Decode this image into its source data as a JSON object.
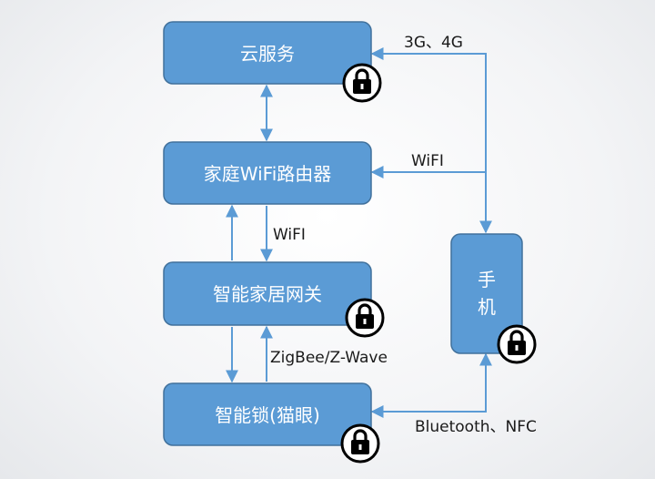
{
  "nodes": {
    "cloud": {
      "label": "云服务",
      "locked": true
    },
    "router": {
      "label": "家庭WiFi路由器",
      "locked": false
    },
    "gateway": {
      "label": "智能家居网关",
      "locked": true
    },
    "lock": {
      "label": "智能锁(猫眼)",
      "locked": true
    },
    "phone": {
      "label_line1": "手",
      "label_line2": "机",
      "locked": true
    }
  },
  "edges": {
    "phone_cloud": "3G、4G",
    "phone_router": "WiFI",
    "gateway_router": "WiFI",
    "lock_gateway": "ZigBee/Z-Wave",
    "phone_lock": "Bluetooth、NFC"
  },
  "colors": {
    "box_fill": "#5B9BD5",
    "box_stroke": "#41719C",
    "arrow": "#5B9BD5",
    "lock_badge": "#000000"
  },
  "icons": [
    "padlock-icon"
  ]
}
